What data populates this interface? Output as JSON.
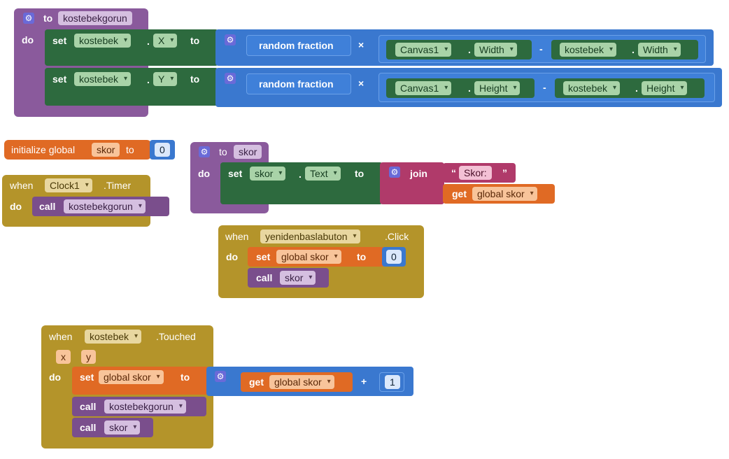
{
  "palette": {
    "procedure": "#8a5a9c",
    "setter": "#2d6a3e",
    "math": "#3a78cf",
    "variable": "#e06a24",
    "event": "#b4942a",
    "text": "#b03a6a"
  },
  "block1": {
    "to": "to",
    "name": "kostebekgorun",
    "do": "do",
    "set": "set",
    "to2": "to",
    "row1": {
      "comp": "kostebek",
      "prop": "X",
      "rand": "random fraction",
      "times": "×",
      "canvas": "Canvas1",
      "cprop": "Width",
      "minus": "-",
      "comp2": "kostebek",
      "prop2": "Width"
    },
    "row2": {
      "comp": "kostebek",
      "prop": "Y",
      "rand": "random fraction",
      "times": "×",
      "canvas": "Canvas1",
      "cprop": "Height",
      "minus": "-",
      "comp2": "kostebek",
      "prop2": "Height"
    },
    "dot": "."
  },
  "init": {
    "label": "initialize global",
    "name": "skor",
    "to": "to",
    "value": "0"
  },
  "clock": {
    "when": "when",
    "comp": "Clock1",
    "event": ".Timer",
    "do": "do",
    "call": "call",
    "proc": "kostebekgorun"
  },
  "skorproc": {
    "to": "to",
    "name": "skor",
    "do": "do",
    "set": "set",
    "comp": "skor",
    "dot": ".",
    "prop": "Text",
    "to2": "to",
    "join": "join",
    "str_open": "“",
    "str": "Skor:",
    "str_close": "”",
    "get": "get",
    "var": "global skor"
  },
  "restart": {
    "when": "when",
    "comp": "yenidenbaslabuton",
    "event": ".Click",
    "do": "do",
    "set": "set",
    "var": "global skor",
    "to": "to",
    "value": "0",
    "call": "call",
    "proc": "skor"
  },
  "touched": {
    "when": "when",
    "comp": "kostebek",
    "event": ".Touched",
    "p1": "x",
    "p2": "y",
    "do": "do",
    "set": "set",
    "var": "global skor",
    "to": "to",
    "get": "get",
    "var2": "global skor",
    "plus": "+",
    "value": "1",
    "call1": "call",
    "proc1": "kostebekgorun",
    "call2": "call",
    "proc2": "skor"
  }
}
